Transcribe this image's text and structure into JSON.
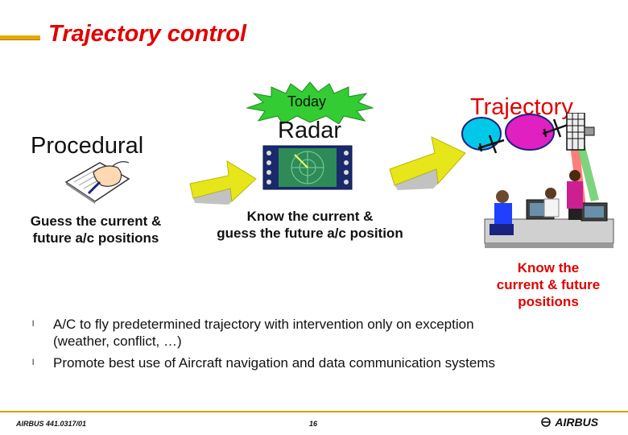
{
  "slide": {
    "title": "Trajectory control",
    "starburst_label": "Today",
    "headings": {
      "procedural": "Procedural",
      "radar": "Radar",
      "trajectory": "Trajectory"
    },
    "descriptions": {
      "procedural": [
        "Guess the current &",
        "future a/c positions"
      ],
      "radar": [
        "Know the current &",
        "guess the future a/c position"
      ],
      "trajectory": [
        "Know the",
        "current & future",
        "positions"
      ]
    },
    "bullets": [
      [
        "A/C  to fly predetermined trajectory with intervention only on exception",
        "(weather, conflict, …)"
      ],
      [
        "Promote best use of Aircraft navigation and data communication systems"
      ]
    ],
    "bullet_glyph": "l",
    "footer": {
      "doc_ref": "AIRBUS 441.0317/01",
      "page": "16",
      "brand": "AIRBUS"
    }
  },
  "colors": {
    "title": "#e00000",
    "accent_bar": "#e8a800",
    "arrow": "#e6e61a",
    "starburst": "#33cc33",
    "radar_screen": "#2e8b57"
  },
  "icons": [
    "writing-hand-icon",
    "starburst-icon",
    "radar-screen-icon",
    "airplane-icon",
    "airplane-icon",
    "satellite-icon",
    "operators-at-workstations-icon"
  ]
}
